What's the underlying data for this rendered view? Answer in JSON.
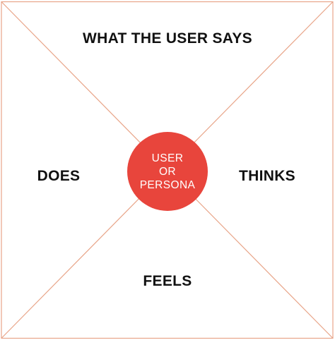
{
  "diagram": {
    "quadrants": {
      "top": "WHAT THE USER SAYS",
      "left": "DOES",
      "right": "THINKS",
      "bottom": "FEELS"
    },
    "center": "USER\nOR\nPERSONA"
  },
  "colors": {
    "accent": "#e8453c",
    "frame": "#e8a488",
    "text": "#111111",
    "background": "#ffffff"
  }
}
